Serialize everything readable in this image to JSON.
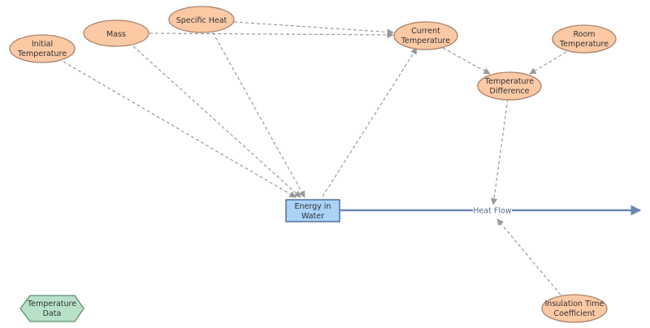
{
  "nodes": {
    "initial_temperature": {
      "line1": "Initial",
      "line2": "Temperature"
    },
    "mass": {
      "label": "Mass"
    },
    "specific_heat": {
      "label": "Specific Heat"
    },
    "current_temperature": {
      "line1": "Current",
      "line2": "Temperature"
    },
    "room_temperature": {
      "line1": "Room",
      "line2": "Temperature"
    },
    "temperature_difference": {
      "line1": "Temperature",
      "line2": "Difference"
    },
    "energy_in_water": {
      "line1": "Energy in",
      "line2": "Water"
    },
    "heat_flow": {
      "label": "Heat Flow"
    },
    "insulation_time_coefficient": {
      "line1": "Insulation Time",
      "line2": "Coefficient"
    },
    "temperature_data": {
      "line1": "Temperature",
      "line2": "Data"
    }
  },
  "colors": {
    "variable_fill": "#fbc9a4",
    "stock_fill": "#a9d3f7",
    "converter_fill": "#b7e2c8",
    "flow": "#6a86b5",
    "link": "#9a9a9a"
  }
}
